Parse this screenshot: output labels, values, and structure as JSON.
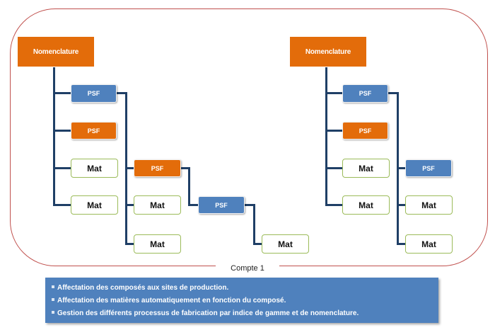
{
  "diagram_title": "Compte 1",
  "left_tree": {
    "root": "Nomenclature",
    "level1": [
      "PSF",
      "PSF",
      "Mat",
      "Mat"
    ],
    "level2": [
      "PSF",
      "Mat",
      "Mat"
    ],
    "level3": [
      "PSF"
    ],
    "level4": [
      "Mat"
    ]
  },
  "right_tree": {
    "root": "Nomenclature",
    "level1": [
      "PSF",
      "PSF",
      "Mat",
      "Mat"
    ],
    "level2": [
      "PSF",
      "Mat",
      "Mat"
    ]
  },
  "info_points": [
    "Affectation des composés aux sites de production.",
    "Affectation des matières automatiquement en fonction du composé.",
    "Gestion des différents processus de fabrication par indice de gamme et de nomenclature."
  ],
  "colors": {
    "frame": "#c0504d",
    "nomenclature": "#e36c0a",
    "psf_blue": "#4f81bd",
    "mat_border": "#9bbb59",
    "connector": "#1f3f66"
  }
}
